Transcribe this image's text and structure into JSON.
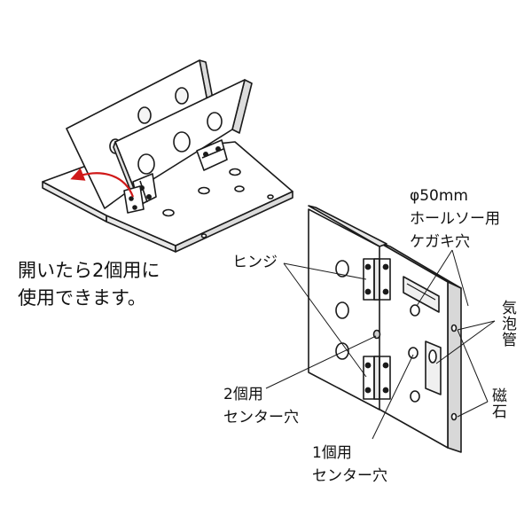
{
  "caption": {
    "line1": "開いたら2個用に",
    "line2": "使用できます。"
  },
  "labels": {
    "hinge": "ヒンジ",
    "holesaw_1": "φ50mm",
    "holesaw_2": "ホールソー用",
    "holesaw_3": "ケガキ穴",
    "bubble": "気泡管",
    "magnet": "磁石",
    "center2_1": "2個用",
    "center2_2": "センター穴",
    "center1_1": "1個用",
    "center1_2": "センター穴"
  },
  "colors": {
    "line": "#1a1a1a",
    "arrow": "#d01818",
    "face": "#ffffff",
    "shade": "#cfcfcf"
  }
}
